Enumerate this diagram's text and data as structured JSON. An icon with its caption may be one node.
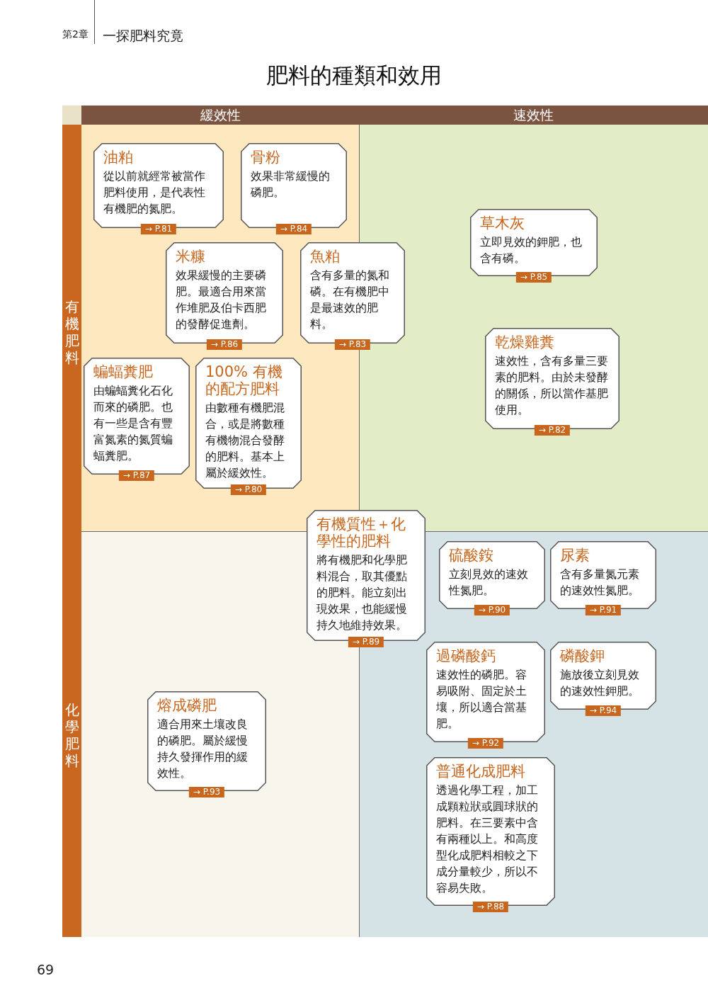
{
  "diagram": {
    "title": "肥料的種類和效用",
    "nodes": [
      {
        "text": [
          "緩效性"
        ]
      },
      {
        "text": [
          "速效性"
        ]
      },
      {
        "text": [
          "有機肥料"
        ]
      },
      {
        "text": [
          "化學肥料"
        ]
      },
      {
        "text": [
          "油粕",
          "從以前就經常被當作肥料使用，是代表性有機肥的氮肥。"
        ],
        "beside": [
          "→ P.81"
        ]
      },
      {
        "text": [
          "骨粉",
          "效果非常緩慢的磷肥。"
        ],
        "beside": [
          "→ P.84"
        ]
      },
      {
        "text": [
          "草木灰",
          "立即見效的鉀肥，也含有磷。"
        ],
        "beside": [
          "→ P.85"
        ]
      },
      {
        "text": [
          "米糠",
          "效果緩慢的主要磷肥。最適合用來當作堆肥及伯卡西肥的發酵促進劑。"
        ],
        "beside": [
          "→ P.86"
        ]
      },
      {
        "text": [
          "魚粕",
          "含有多量的氮和磷。在有機肥中是最速效的肥料。"
        ],
        "beside": [
          "→ P.83"
        ]
      },
      {
        "text": [
          "乾燥雞糞",
          "速效性，含有多量三要素的肥料。由於未發酵的關係，所以當作基肥使用。"
        ],
        "beside": [
          "→ P.82"
        ]
      },
      {
        "text": [
          "蝙蝠糞肥",
          "由蝙蝠糞化石化而來的磷肥。也有一些是含有豐富氮素的氮質蝙蝠糞肥。"
        ],
        "beside": [
          "→ P.87"
        ]
      },
      {
        "text": [
          "100% 有機的配方肥料",
          "由數種有機肥混合，或是將數種有機物混合發酵的肥料。基本上屬於緩效性。"
        ],
        "beside": [
          "→ P.80"
        ]
      },
      {
        "text": [
          "有機質性＋化學性的肥料",
          "將有機肥和化學肥料混合，取其優點的肥料。能立刻出現效果，也能緩慢持久地維持效果。"
        ],
        "beside": [
          "→ P.89"
        ]
      },
      {
        "text": [
          "硫酸銨",
          "立刻見效的速效性氮肥。"
        ],
        "beside": [
          "→ P.90"
        ]
      },
      {
        "text": [
          "尿素",
          "含有多量氮元素的速效性氮肥。"
        ],
        "beside": [
          "→ P.91"
        ]
      },
      {
        "text": [
          "過磷酸鈣",
          "速效性的磷肥。容易吸附、固定於土壤，所以適合當基肥。"
        ],
        "beside": [
          "→ P.92"
        ]
      },
      {
        "text": [
          "磷酸鉀",
          "施放後立刻見效的速效性鉀肥。"
        ],
        "beside": [
          "→ P.94"
        ]
      },
      {
        "text": [
          "熔成磷肥",
          "適合用來土壤改良的磷肥。屬於緩慢持久發揮作用的緩效性。"
        ],
        "beside": [
          "→ P.93"
        ]
      },
      {
        "text": [
          "普通化成肥料",
          "透過化學工程，加工成顆粒狀或圓球狀的肥料。在三要素中含有兩種以上。和高度型化成肥料相較之下成分量較少，所以不容易失敗。"
        ],
        "beside": [
          "→ P.88"
        ]
      }
    ],
    "edges": [],
    "labels": [
      "第2章",
      "一探肥料究竟",
      "69"
    ]
  }
}
